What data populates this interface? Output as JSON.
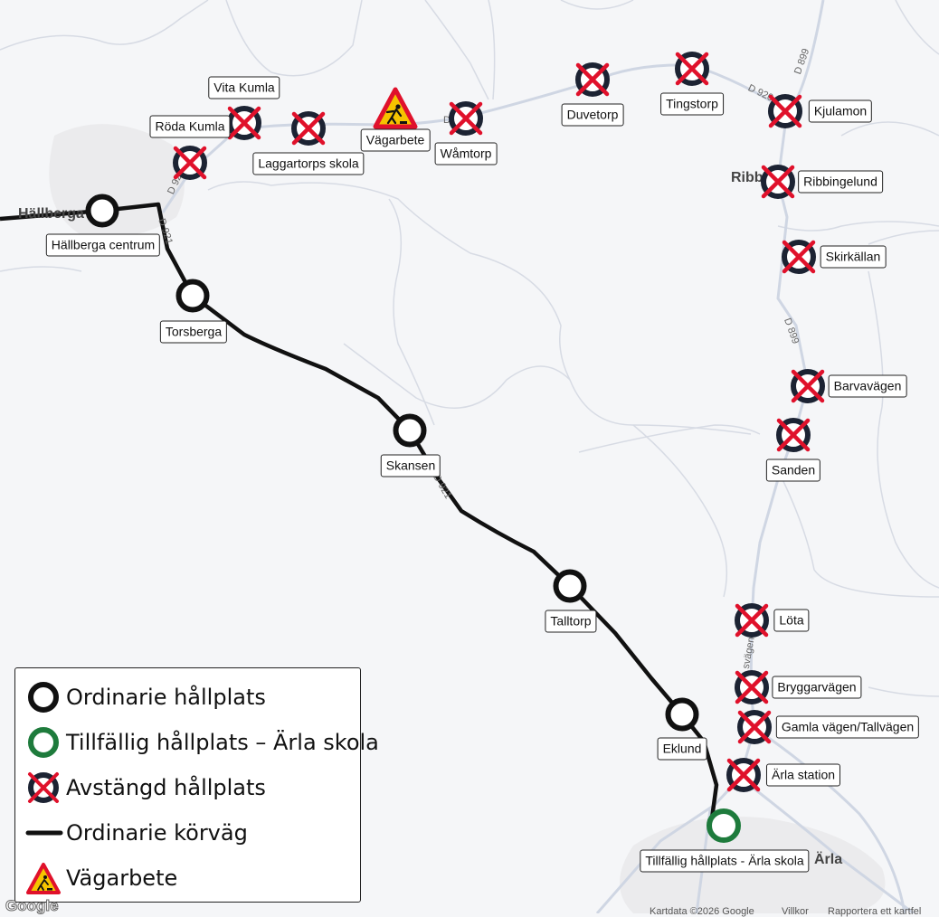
{
  "colors": {
    "route": "#111111",
    "ordinary_stop": "#111111",
    "temporary_stop": "#1e7b3c",
    "closed_cross": "#e0112b",
    "closed_ring": "#1c2333",
    "roadwork_border": "#e0112b",
    "roadwork_fill": "#f5c400"
  },
  "icons": {
    "ordinary": "ring-icon",
    "temporary": "green-ring-icon",
    "closed": "crossed-ring-icon",
    "roadwork": "roadwork-sign-icon"
  },
  "places": {
    "hallberga": "Hällberga",
    "ribbingelund_town": "Ribb",
    "arla": "Ärla"
  },
  "roads": {
    "d920_west": "D 920",
    "d920_east": "D 920",
    "d899_north": "D 899",
    "d899_mid": "D 899",
    "d921_a": "D 921",
    "d921_b": "D 921",
    "d920_mid": "D",
    "vagen": "svägen"
  },
  "stops": {
    "hallberga_centrum": "Hällberga centrum",
    "torsberga": "Torsberga",
    "skansen": "Skansen",
    "talltorp": "Talltorp",
    "eklund": "Eklund",
    "arla_skola": "Tillfällig hållplats - Ärla skola",
    "roda_kumla": "Röda Kumla",
    "vita_kumla": "Vita Kumla",
    "laggartorps_skola": "Laggartorps skola",
    "vagarbete": "Vägarbete",
    "wamtorp": "Wåmtorp",
    "duvetorp": "Duvetorp",
    "tingstorp": "Tingstorp",
    "kjulamon": "Kjulamon",
    "ribbingelund": "Ribbingelund",
    "skirkallan": "Skirkällan",
    "barvavagen": "Barvavägen",
    "sanden": "Sanden",
    "lota": "Löta",
    "bryggarvagen": "Bryggarvägen",
    "gamla_vagen": "Gamla vägen/Tallvägen",
    "arla_station": "Ärla station"
  },
  "legend": {
    "ordinary_stop": "Ordinarie hållplats",
    "temporary_stop": "Tillfällig hållplats – Ärla skola",
    "closed_stop": "Avstängd hållplats",
    "ordinary_route": "Ordinarie körväg",
    "roadwork": "Vägarbete"
  },
  "attribution": {
    "logo": "Google",
    "mapdata": "Kartdata ©2026 Google",
    "terms": "Villkor",
    "report": "Rapportera ett kartfel"
  }
}
